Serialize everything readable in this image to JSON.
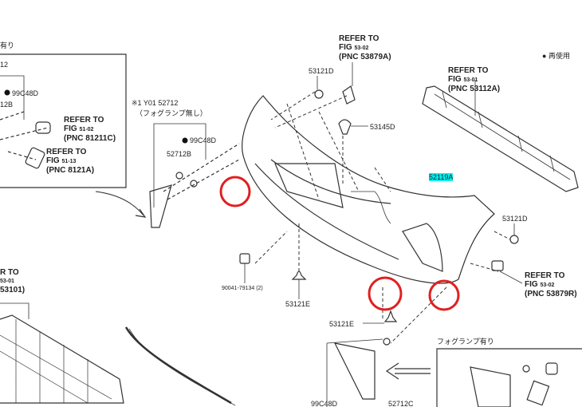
{
  "diagram": {
    "legend": {
      "symbol": "●",
      "text": "再使用"
    },
    "highlight_color": "#00f0f0",
    "marker_color": "#e02020",
    "main_part": "52119A",
    "labels": {
      "left_box_title": "有り",
      "left_12": "12",
      "left_99c48d": "99C48D",
      "left_12b": "12B",
      "note_x1": "※1  Y01  52712",
      "no_fog": "（フォグランプ無し）",
      "mid_99c48d": "99C48D",
      "mid_52712b": "52712B",
      "p53121d_top": "53121D",
      "p53145d": "53145D",
      "p53121d_right": "53121D",
      "p90041": "90041-79134 (2)",
      "p53121e_a": "53121E",
      "p53121e_b": "53121E",
      "with_fog": "フォグランプ有り",
      "bottom_99c48d": "99C48D",
      "bottom_52712c": "52712C"
    },
    "references": [
      {
        "l1": "REFER TO",
        "l2": "FIG",
        "fig": "51-02",
        "pnc": "(PNC 81211C)"
      },
      {
        "l1": "REFER TO",
        "l2": "FIG",
        "fig": "51-13",
        "pnc": "(PNC 8121A)"
      },
      {
        "l1": "REFER TO",
        "l2": "FIG",
        "fig": "53-02",
        "pnc": "(PNC 53879A)"
      },
      {
        "l1": "REFER TO",
        "l2": "FIG",
        "fig": "53-01",
        "pnc": "(PNC 53112A)"
      },
      {
        "l1": "REFER TO",
        "l2": "FIG",
        "fig": "53-02",
        "pnc": "(PNC 53879R)"
      },
      {
        "l1": "R TO",
        "l2": "",
        "fig": "53-01",
        "pnc": "53101)"
      }
    ]
  }
}
